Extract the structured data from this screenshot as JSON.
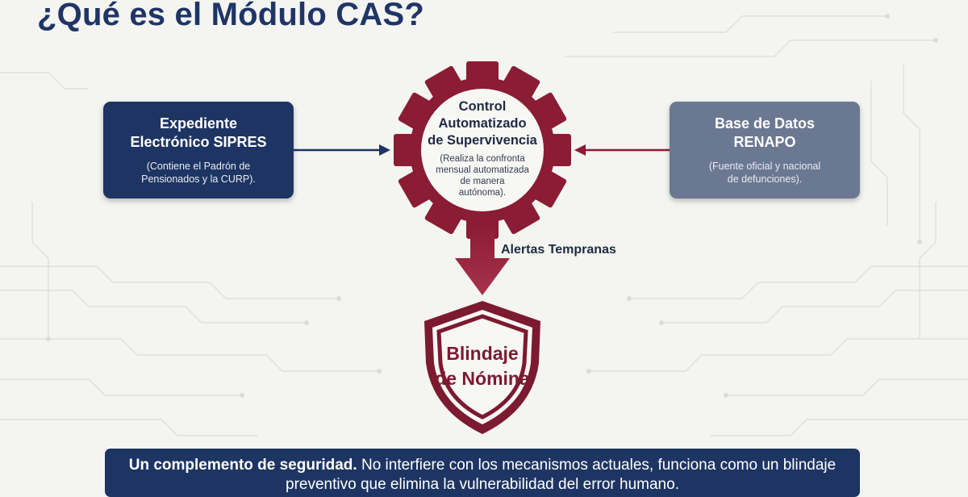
{
  "title": "¿Qué es el Módulo CAS?",
  "colors": {
    "navy": "#1e3563",
    "slate": "#6b7891",
    "maroon": "#8a1c33",
    "dark_maroon": "#7b1a30",
    "background": "#f4f4f1"
  },
  "nodes": {
    "sipres": {
      "title": "Expediente\nElectrónico SIPRES",
      "desc": "(Contiene el Padrón de\nPensionados y la CURP)."
    },
    "renapo": {
      "title": "Base de Datos\nRENAPO",
      "desc": "(Fuente oficial y nacional\nde defunciones)."
    },
    "cas": {
      "icon": "gear-icon",
      "title": "Control\nAutomatizado\nde Supervivencia",
      "desc": "(Realiza la confronta\nmensual automatizada\nde manera\nautónoma)."
    },
    "shield": {
      "icon": "shield-icon",
      "line1": "Blindaje",
      "line2": "de Nómina"
    }
  },
  "edges": {
    "sipres_to_cas": {
      "icon": "arrow-right-icon"
    },
    "renapo_to_cas": {
      "icon": "arrow-left-icon"
    },
    "cas_to_shield": {
      "icon": "arrow-down-icon",
      "label": "Alertas Tempranas"
    }
  },
  "banner": {
    "bold": "Un complemento de seguridad.",
    "text": " No interfiere con los mecanismos actuales, funciona como un blindaje preventivo que elimina la vulnerabilidad del error humano."
  }
}
